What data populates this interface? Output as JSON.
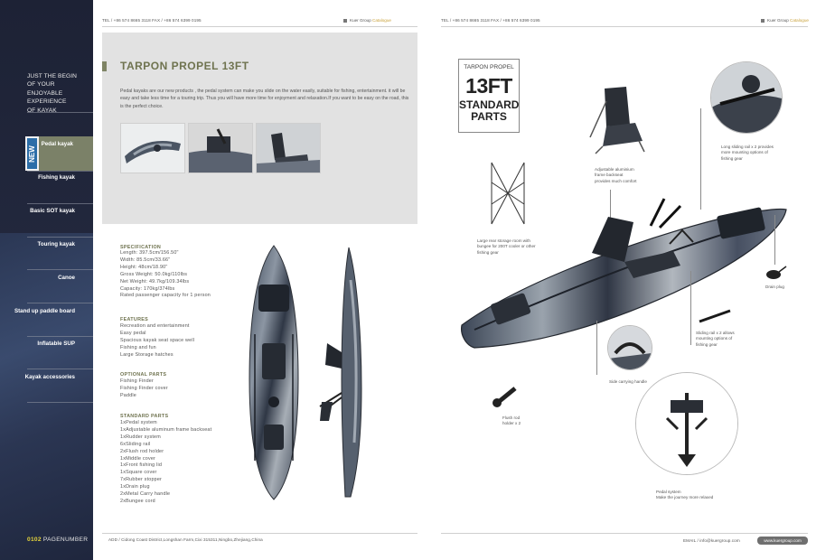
{
  "sidebar": {
    "tagline": [
      "JUST THE BEGIN",
      "OF YOUR ENJOYABLE",
      "EXPERIENCE",
      "OF KAYAK"
    ],
    "new_badge": "NEW",
    "items": [
      {
        "label": "Pedal kayak"
      },
      {
        "label": "Fishing kayak"
      },
      {
        "label": "Basic SOT kayak"
      },
      {
        "label": "Touring kayak"
      },
      {
        "label": "Canoe"
      },
      {
        "label": "Stand up paddle board"
      },
      {
        "label": "Inflatable SUP"
      },
      {
        "label": "Kayak accessories"
      }
    ],
    "page_prefix": "0102",
    "page_label": "PAGENUMBER"
  },
  "left_page": {
    "header_contact": "TEL / +86 574 8665 3118  FAX / +86 574 6399 0195",
    "catalogue_brand": "Kuer Group",
    "catalogue_word": "Catalogue",
    "title": "TARPON PROPEL 13FT",
    "intro": "Pedal kayaks are our new products , the pedal system can make you slide on the water easily, suitable for fishing, entertainment. it will be easy and take less time for a touring trip. Thus you will have more time for enjoyment and relaxation.If you want to be easy on the road, this is the perfect choice.",
    "sections": {
      "specification": {
        "heading": "SPECIFICATION",
        "lines": [
          "Length: 397.5cm/156.50\"",
          "Width: 85.5cm/33.66\"",
          "Height: 48cm/18.90\"",
          "Gross Weight: 50.0kg/110lbs",
          "Net Weight: 49.7kg/109.34lbs",
          "Capacity: 170kg/374lbs",
          "Rated passenger capacity for 1 person"
        ]
      },
      "features": {
        "heading": "FEATURES",
        "lines": [
          "Recreation and entertainment",
          "Easy pedal",
          "Spacious kayak seat space well",
          "Fishing and fun",
          "Large Storage hatches"
        ]
      },
      "optional_parts": {
        "heading": "OPTIONAL PARTS",
        "lines": [
          "Fishing Finder",
          "Fishing Finder cover",
          "Paddle"
        ]
      },
      "standard_parts": {
        "heading": "STANDARD PARTS",
        "lines": [
          "1xPedal system",
          "1xAdjustable aluminum frame backseat",
          "1xRudder system",
          "6xSliding rail",
          "2xFlush rod holder",
          "1xMiddle cover",
          "1xFront fishing lid",
          "1xSquare cover",
          "7xRubber stopper",
          "1xDrain plug",
          "2xMetal Carry handle",
          "2xBungee cord"
        ]
      }
    },
    "footer_address": "ADD / Cidong Coast District,Longshan Farm,Cixi 315311,Ningbo,Zhejiang,China"
  },
  "right_page": {
    "header_contact": "TEL / +86 574 8665 3118  FAX / +86 574 6399 0195",
    "catalogue_brand": "Kuer Group",
    "catalogue_word": "Catalogue",
    "badge": {
      "line1": "TARPON PROPEL",
      "line2": "13FT",
      "line3": "STANDARD",
      "line4": "PARTS"
    },
    "callouts": {
      "seat": [
        "Adjustable aluminium",
        "frame backseat",
        "provides much comfort"
      ],
      "rail_long": [
        "Long sliding rail x 2 provides",
        "more mounting options of",
        "fishing gear"
      ],
      "storage": [
        "Large rear storage room with",
        "bungee for 200T cooler or other",
        "fishing gear"
      ],
      "drain": [
        "Drain plug"
      ],
      "rail_short": [
        "Sliding rail x 2 allows",
        "mounting options of",
        "fishing gear"
      ],
      "handle": [
        "Side carrying handle"
      ],
      "rod": [
        "Flush rod",
        "holder x 2"
      ],
      "pedal": [
        "Pedal system",
        "Make the journey more relaxed"
      ]
    },
    "footer_email": "EMAIL / info@kuergroup.com",
    "footer_web": "www.kuergroup.com"
  }
}
